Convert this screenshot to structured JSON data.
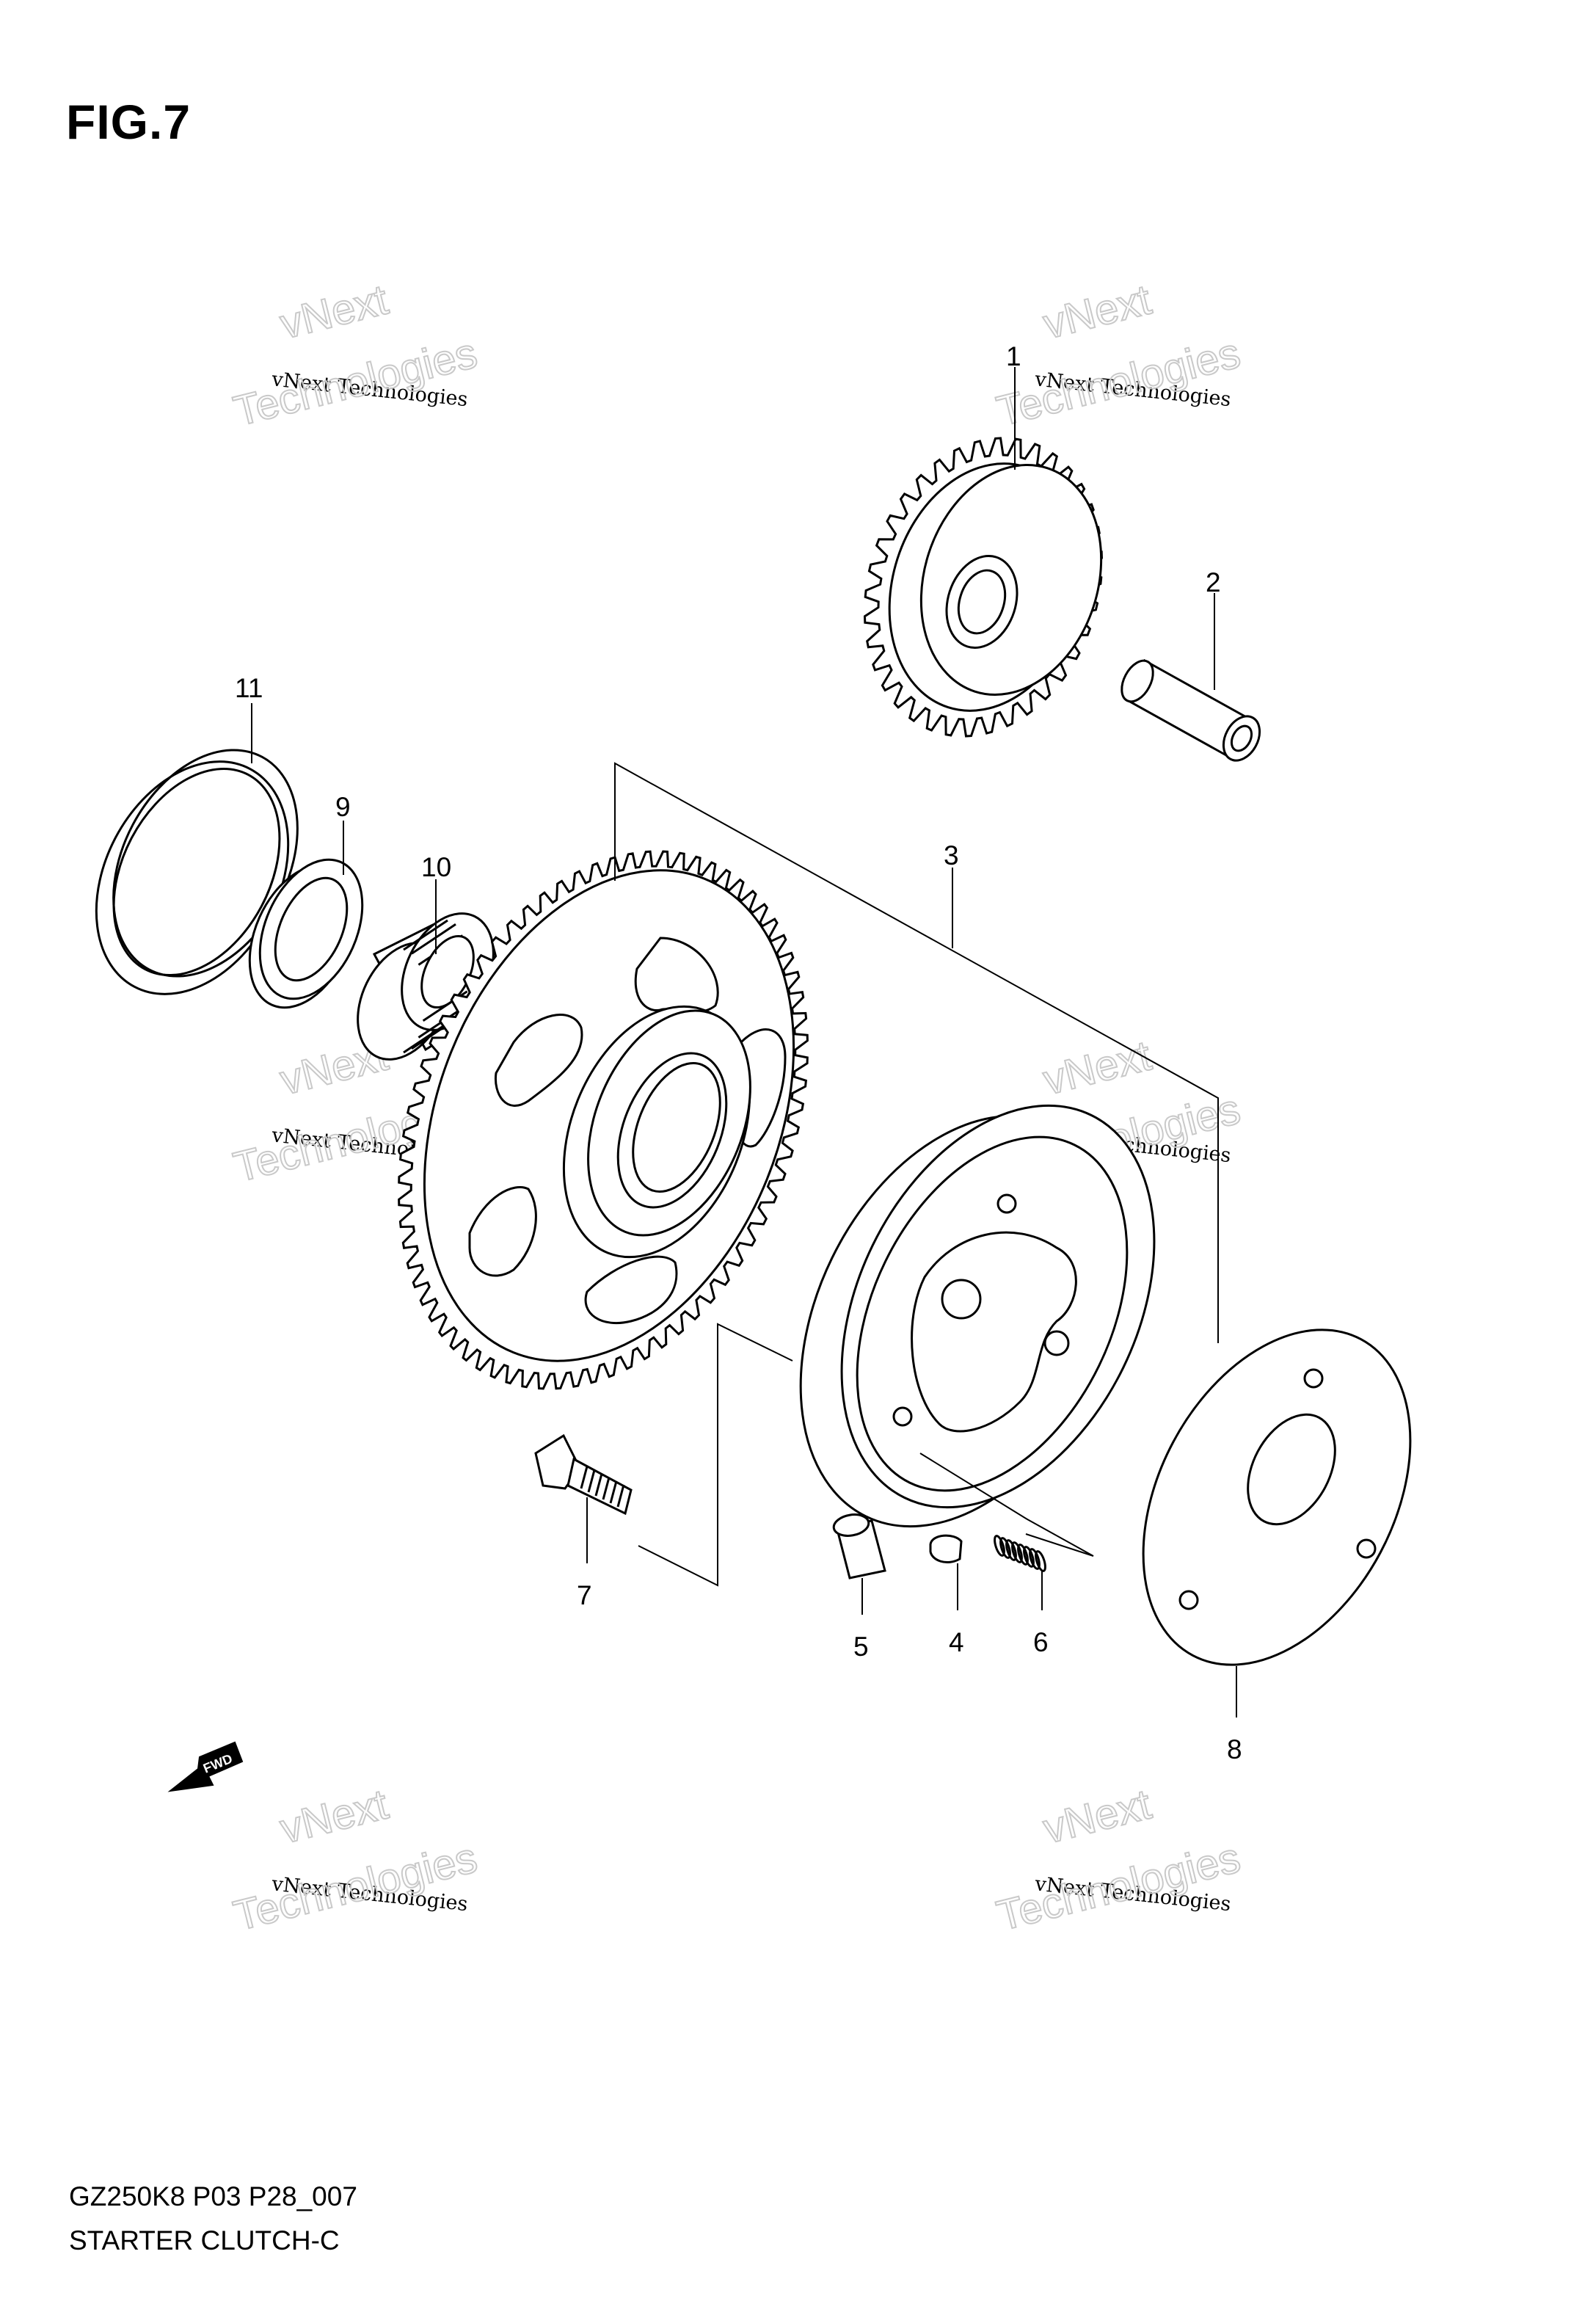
{
  "figure_label": "FIG.7",
  "model_code": "GZ250K8 P03 P28_007",
  "assembly_name": "STARTER CLUTCH-C",
  "direction_mark": "FWD",
  "watermark": {
    "line1": "vNext",
    "line2": "vNext Technologies",
    "line3": "Technologies",
    "color": "#c9c9c9"
  },
  "callouts": [
    "1",
    "2",
    "3",
    "4",
    "5",
    "6",
    "7",
    "8",
    "9",
    "10",
    "11"
  ],
  "parts": [
    {
      "ref": "1",
      "icon": "driven-gear-icon"
    },
    {
      "ref": "2",
      "icon": "shaft-pin-icon"
    },
    {
      "ref": "3",
      "icon": "starter-clutch-assembly-icon"
    },
    {
      "ref": "4",
      "icon": "roller-cap-icon"
    },
    {
      "ref": "5",
      "icon": "roller-icon"
    },
    {
      "ref": "6",
      "icon": "spring-icon"
    },
    {
      "ref": "7",
      "icon": "bolt-icon"
    },
    {
      "ref": "8",
      "icon": "clutch-plate-icon"
    },
    {
      "ref": "9",
      "icon": "washer-icon"
    },
    {
      "ref": "10",
      "icon": "needle-bearing-icon"
    },
    {
      "ref": "11",
      "icon": "circlip-ring-icon"
    }
  ]
}
